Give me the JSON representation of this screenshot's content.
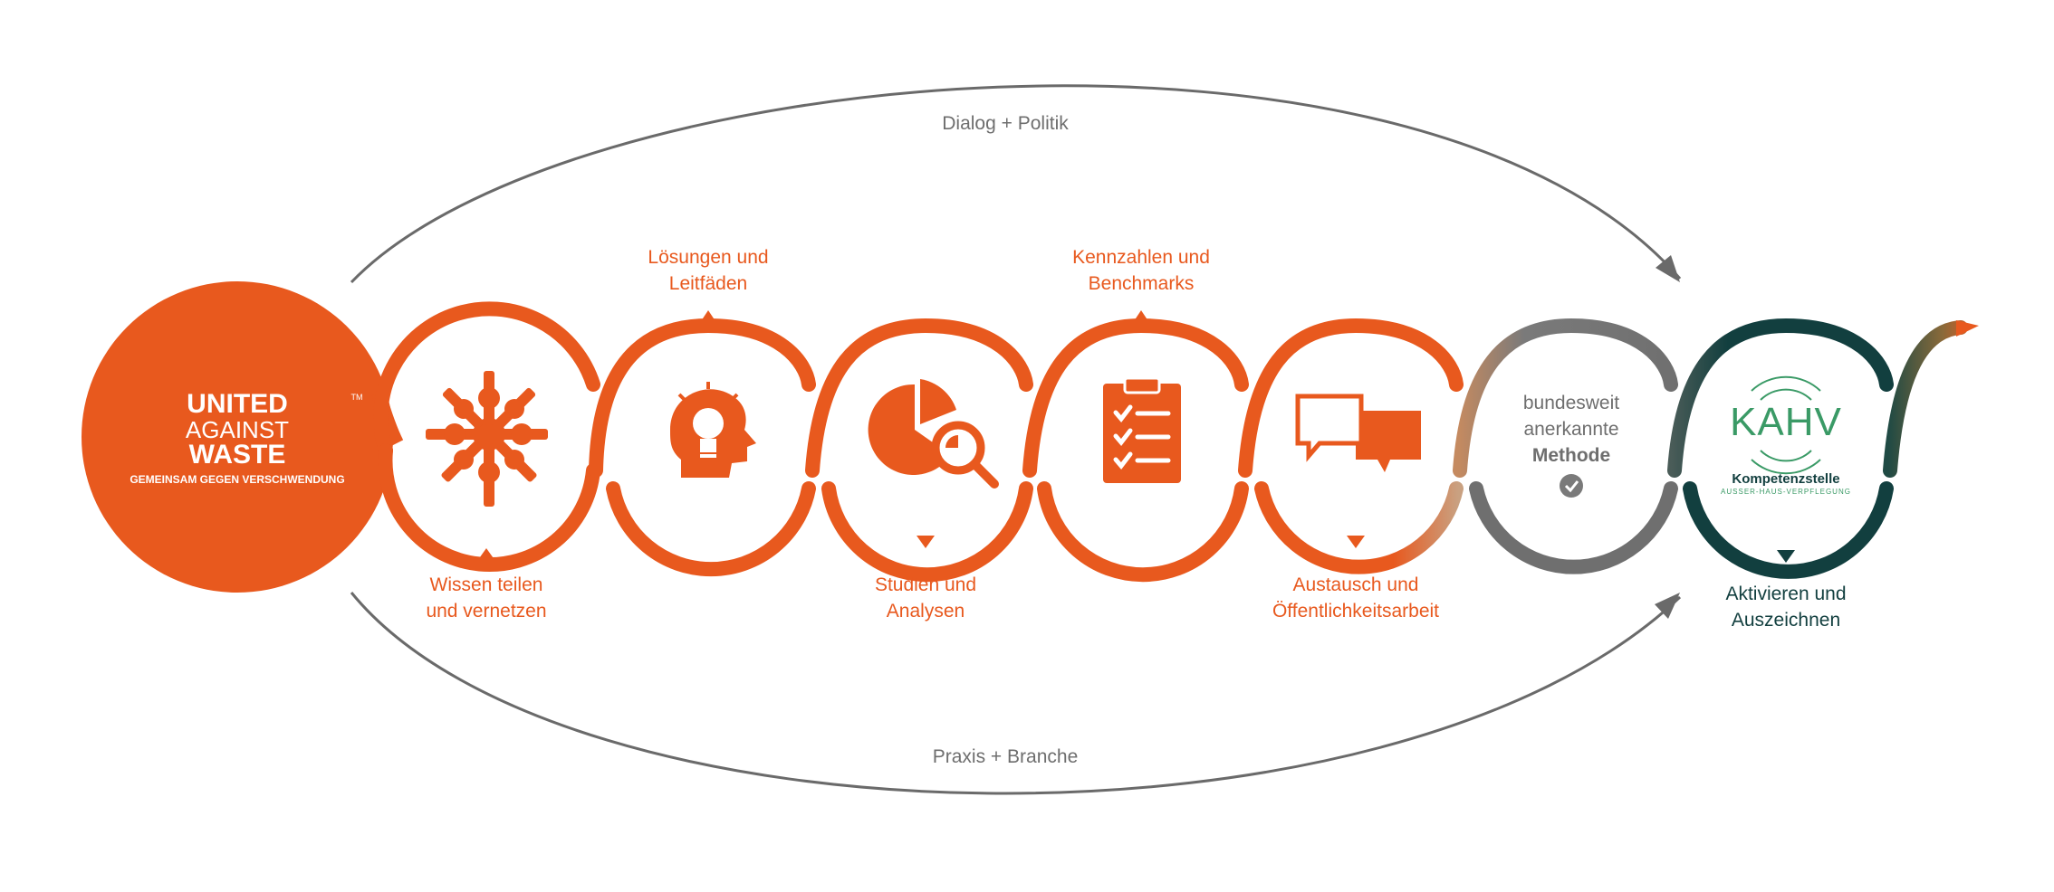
{
  "flows": {
    "top": "Dialog + Politik",
    "bottom": "Praxis + Branche"
  },
  "logo": {
    "word1": "UNITED",
    "word2": "AGAINST",
    "word3": "WASTE",
    "tm": "TM",
    "tagline": "GEMEINSAM GEGEN VERSCHWENDUNG"
  },
  "steps": [
    {
      "line1": "Wissen teilen",
      "line2": "und vernetzen",
      "icon": "hands-icon"
    },
    {
      "line1": "Lösungen und",
      "line2": "Leitfäden",
      "icon": "head-lightbulb-icon"
    },
    {
      "line1": "Studien und",
      "line2": "Analysen",
      "icon": "pie-chart-magnifier-icon"
    },
    {
      "line1": "Kennzahlen und",
      "line2": "Benchmarks",
      "icon": "clipboard-checklist-icon"
    },
    {
      "line1": "Austausch und",
      "line2": "Öffentlichkeitsarbeit",
      "icon": "speech-bubbles-icon"
    }
  ],
  "method": {
    "line1": "bundesweit",
    "line2": "anerkannte",
    "line3": "Methode",
    "icon": "check-badge-icon"
  },
  "kahv": {
    "letters": "KAHV",
    "name": "Kompetenzstelle",
    "sub": "AUSSER-HAUS-VERPFLEGUNG",
    "line1": "Aktivieren und",
    "line2": "Auszeichnen"
  },
  "colors": {
    "orange": "#e8591e",
    "grey": "#7a7a7a",
    "teal": "#123f3f",
    "kahv_green": "#3a9a66",
    "arrow": "#6a6a6a"
  }
}
